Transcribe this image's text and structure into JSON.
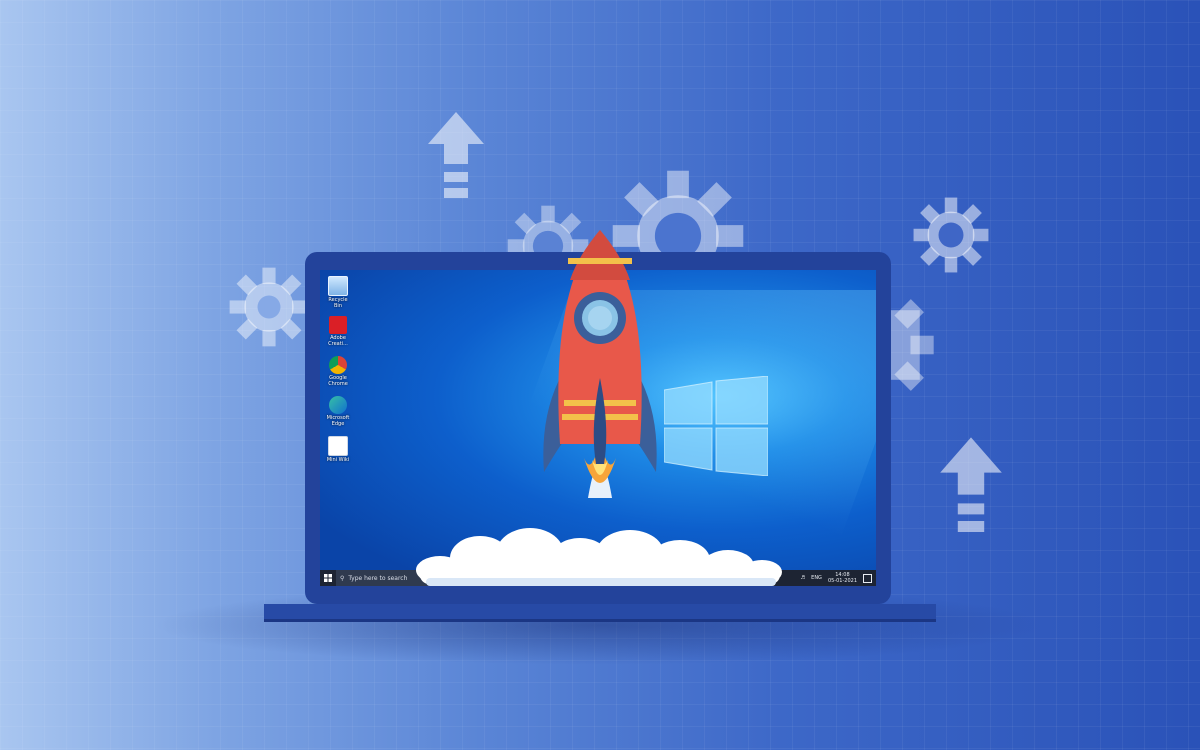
{
  "desktop": {
    "icons": [
      {
        "label": "Recycle Bin",
        "icon": "recycle-bin-icon"
      },
      {
        "label": "Adobe Creati...",
        "icon": "adobe-creative-cloud-icon"
      },
      {
        "label": "Google Chrome",
        "icon": "chrome-icon"
      },
      {
        "label": "Microsoft Edge",
        "icon": "edge-icon"
      },
      {
        "label": "Mini Wiki",
        "icon": "app-icon"
      }
    ]
  },
  "taskbar": {
    "search_placeholder": "Type here to search",
    "language": "ENG",
    "time": "14:08",
    "date": "05-01-2021"
  },
  "colors": {
    "laptop_frame": "#23439b",
    "rocket_body": "#e8584a",
    "rocket_fins": "#3b5f9a",
    "taskbar": "#1d2433"
  }
}
